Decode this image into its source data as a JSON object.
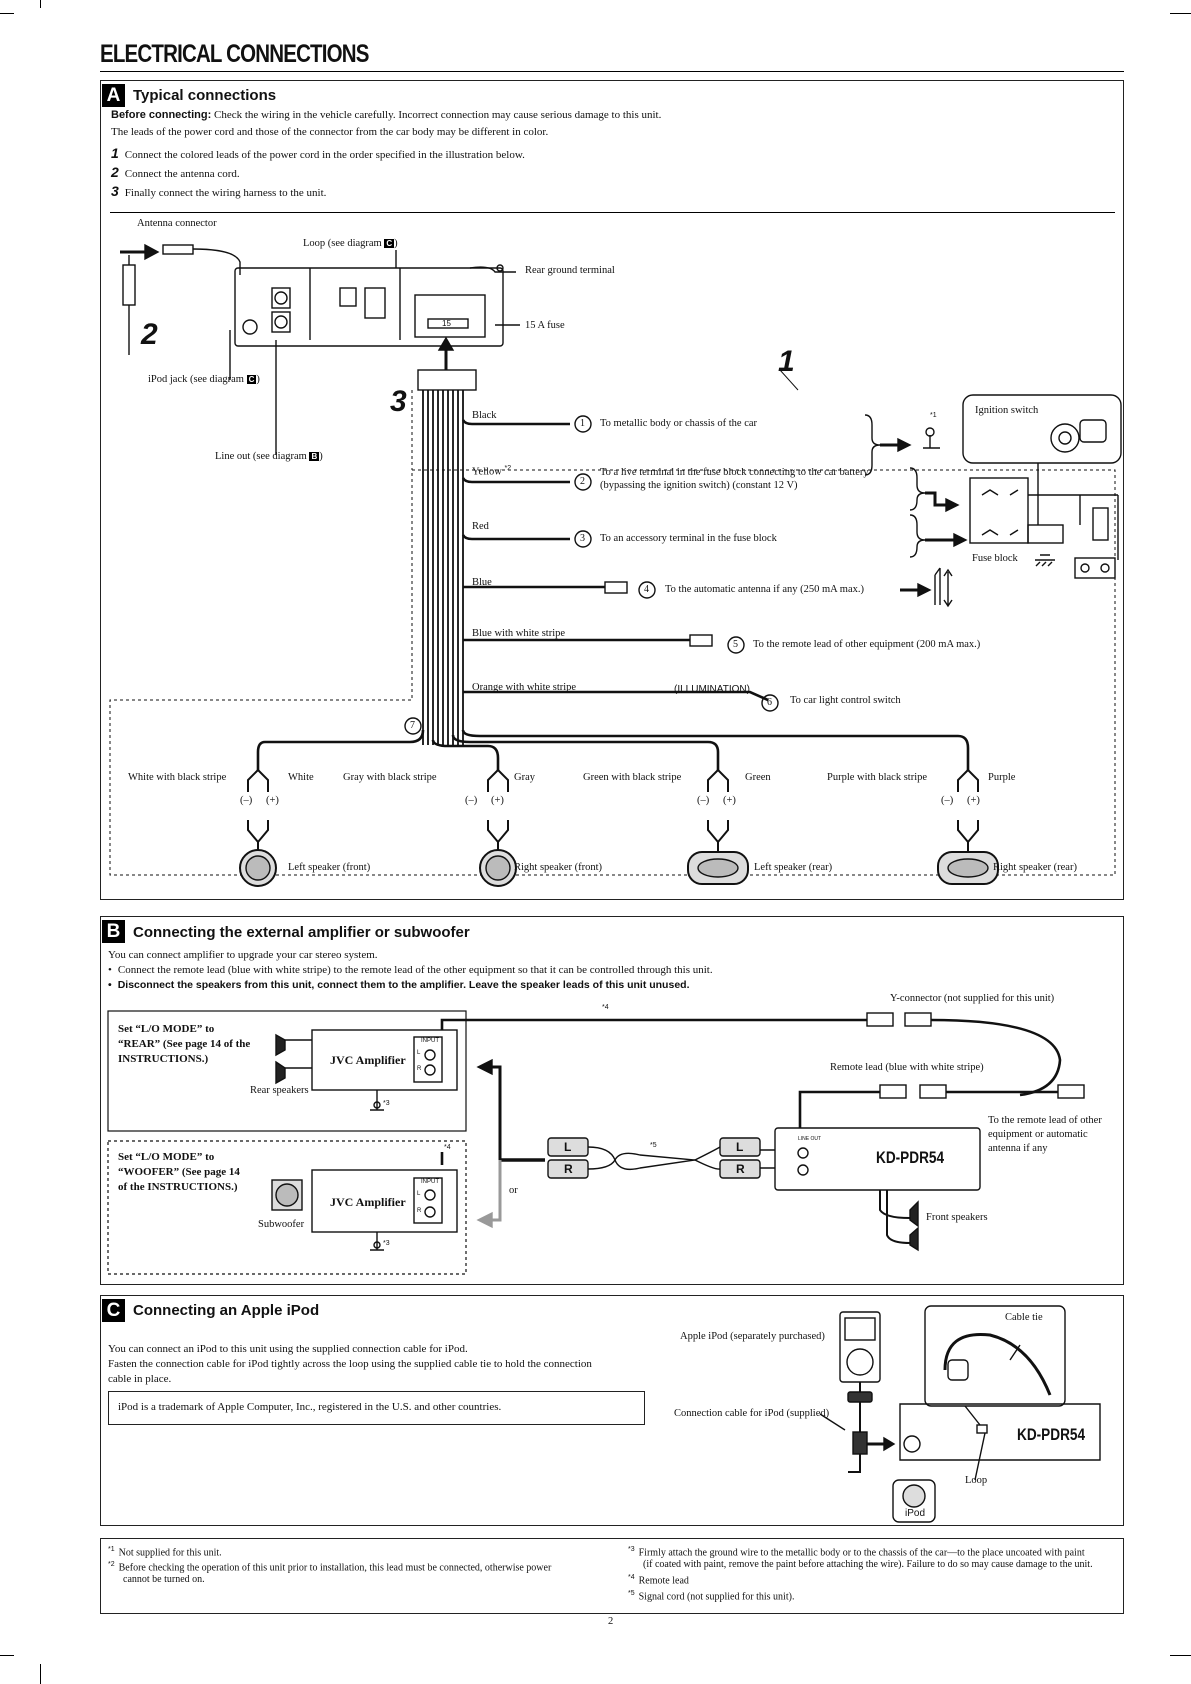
{
  "header": {
    "title": "ELECTRICAL CONNECTIONS"
  },
  "sectionA": {
    "badge": "A",
    "title": "Typical connections",
    "before_bold": "Before connecting:",
    "before_text": " Check the wiring in the vehicle carefully. Incorrect connection may cause serious damage to this unit.",
    "leads_note": "The leads of the power cord and those of the connector from the car body may be different in color.",
    "steps": [
      {
        "num": "1",
        "text": "Connect the colored leads of the power cord in the order specified in the illustration below."
      },
      {
        "num": "2",
        "text": "Connect the antenna cord."
      },
      {
        "num": "3",
        "text": "Finally connect the wiring harness to the unit."
      }
    ],
    "diagram": {
      "antenna_connector": "Antenna connector",
      "loop": "Loop (see diagram",
      "loop_ref": "C",
      "rear_ground": "Rear ground terminal",
      "fuse": "15 A fuse",
      "fuse_value": "15",
      "ipod_jack": "iPod jack (see diagram",
      "ipod_ref": "C",
      "line_out": "Line out (see diagram",
      "line_out_ref": "B",
      "close_paren": ")",
      "step_labels": [
        "1",
        "2",
        "3"
      ],
      "ignition_switch": "Ignition switch",
      "fuse_block": "Fuse block",
      "star1": "*1",
      "leads": [
        {
          "color": "Black",
          "num": "1",
          "desc": "To metallic body or chassis of the car"
        },
        {
          "color": "Yellow",
          "sup": "*2",
          "num": "2",
          "desc": "To a live terminal in the fuse block connecting to the car battery",
          "desc2": "(bypassing the ignition switch) (constant 12 V)"
        },
        {
          "color": "Red",
          "num": "3",
          "desc": "To an accessory terminal in the fuse block"
        },
        {
          "color": "Blue",
          "num": "4",
          "desc": "To the automatic antenna if any (250 mA max.)"
        },
        {
          "color": "Blue with white stripe",
          "num": "5",
          "desc": "To the remote lead of other equipment (200 mA max.)"
        },
        {
          "color": "Orange with white stripe",
          "num": "6",
          "desc": "To car light control switch",
          "tag": "(ILLUMINATION)"
        }
      ],
      "harness_num": "7",
      "speakers": [
        {
          "neg": "White with black stripe",
          "pos": "White",
          "minus": "(–)",
          "plus": "(+)",
          "name": "Left speaker (front)"
        },
        {
          "neg": "Gray with black stripe",
          "pos": "Gray",
          "minus": "(–)",
          "plus": "(+)",
          "name": "Right speaker (front)"
        },
        {
          "neg": "Green with black stripe",
          "pos": "Green",
          "minus": "(–)",
          "plus": "(+)",
          "name": "Left speaker (rear)"
        },
        {
          "neg": "Purple with black stripe",
          "pos": "Purple",
          "minus": "(–)",
          "plus": "(+)",
          "name": "Right speaker (rear)"
        }
      ]
    }
  },
  "sectionB": {
    "badge": "B",
    "title": "Connecting the external amplifier or subwoofer",
    "intro": "You can connect amplifier to upgrade your car stereo system.",
    "bullet1": "Connect the remote lead (blue with white stripe) to the remote lead of the other equipment so that it can be controlled through this unit.",
    "bullet2": "Disconnect the speakers from this unit, connect them to the amplifier. Leave the speaker leads of this unit unused.",
    "bullet_mark": "•",
    "rear_box": {
      "l1": "Set “L/O MODE” to",
      "l2": "“REAR” (See page 14 of the",
      "l3": "INSTRUCTIONS.)"
    },
    "woofer_box": {
      "l1": "Set “L/O MODE” to",
      "l2": "“WOOFER” (See page 14",
      "l3": "of the INSTRUCTIONS.)"
    },
    "amp_label": "JVC Amplifier",
    "input": "INPUT",
    "l": "L",
    "r": "R",
    "rear_speakers": "Rear speakers",
    "subwoofer": "Subwoofer",
    "y_connector": "Y-connector (not supplied for this unit)",
    "remote_lead": "Remote lead (blue with white stripe)",
    "remote_other": [
      "To the remote lead of other",
      "equipment or automatic",
      "antenna if any"
    ],
    "front_speakers": "Front speakers",
    "model": "KD-PDR54",
    "line_out": "LINE OUT",
    "or": "or",
    "star3": "*3",
    "star4": "*4",
    "star5": "*5"
  },
  "sectionC": {
    "badge": "C",
    "title": "Connecting an Apple iPod",
    "p1": "You can connect an iPod to this unit using the supplied connection cable for iPod.",
    "p2": "Fasten the connection cable for iPod tightly across the loop using the supplied cable tie to hold the connection",
    "p3": "cable in place.",
    "trademark": "iPod is a trademark of Apple Computer, Inc., registered in the U.S. and other countries.",
    "apple_ipod": "Apple iPod (separately purchased)",
    "cable": "Connection cable for iPod (supplied)",
    "cable_tie": "Cable tie",
    "loop": "Loop",
    "ipod": "iPod",
    "model": "KD-PDR54"
  },
  "footnotes": {
    "left": [
      {
        "mark": "*1",
        "text": "Not supplied for this unit."
      },
      {
        "mark": "*2",
        "text": "Before checking the operation of this unit prior to installation, this lead must be connected, otherwise power",
        "text2": "cannot be turned on."
      }
    ],
    "right": [
      {
        "mark": "*3",
        "text": "Firmly attach the ground wire to the metallic body or to the chassis of the car—to the place uncoated with paint",
        "text2": "(if coated with paint, remove the paint before attaching the wire). Failure to do so may cause damage to the unit."
      },
      {
        "mark": "*4",
        "text": "Remote lead"
      },
      {
        "mark": "*5",
        "text": "Signal cord (not supplied for this unit)."
      }
    ]
  },
  "page_number": "2"
}
